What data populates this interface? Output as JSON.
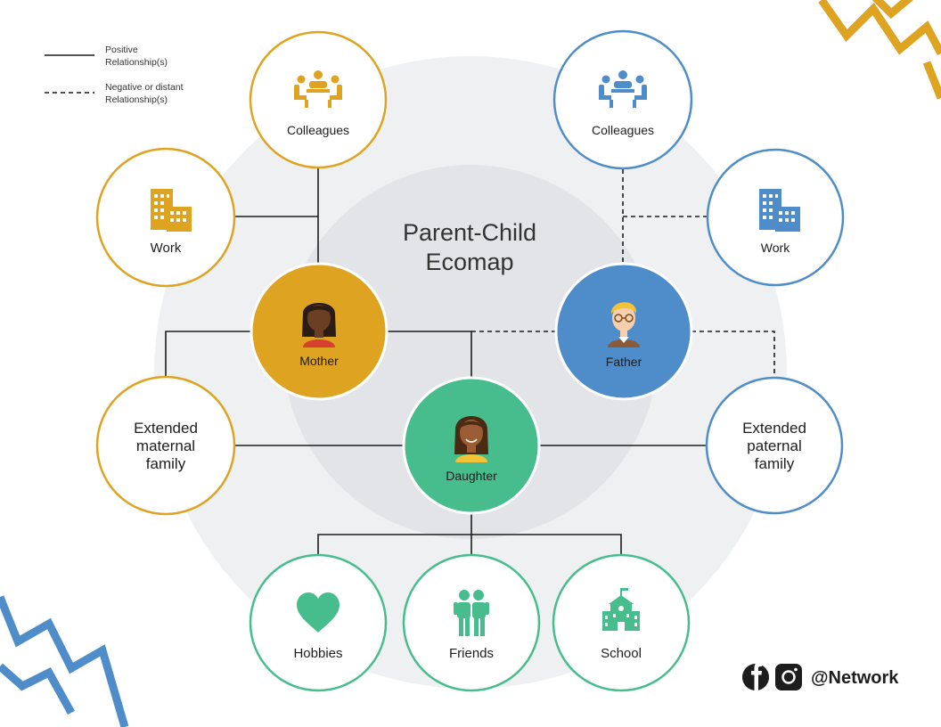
{
  "title": {
    "line1": "Parent-Child",
    "line2": "Ecomap"
  },
  "legend": {
    "positive": {
      "line1": "Positive",
      "line2": "Relationship(s)"
    },
    "negative": {
      "line1": "Negative or distant",
      "line2": "Relationship(s)"
    }
  },
  "nodes": {
    "mother": {
      "label": "Mother"
    },
    "father": {
      "label": "Father"
    },
    "daughter": {
      "label": "Daughter"
    },
    "mother_colleagues": {
      "label": "Colleagues"
    },
    "mother_work": {
      "label": "Work"
    },
    "father_colleagues": {
      "label": "Colleagues"
    },
    "father_work": {
      "label": "Work"
    },
    "maternal_family": {
      "line1": "Extended",
      "line2": "maternal",
      "line3": "family"
    },
    "paternal_family": {
      "line1": "Extended",
      "line2": "paternal",
      "line3": "family"
    },
    "hobbies": {
      "label": "Hobbies"
    },
    "friends": {
      "label": "Friends"
    },
    "school": {
      "label": "School"
    }
  },
  "social": {
    "handle": "@Network",
    "icons": [
      "facebook-icon",
      "instagram-icon"
    ]
  },
  "colors": {
    "mother": "#dea321",
    "father": "#4e8dc9",
    "daughter": "#47bd8e",
    "line": "#1d1d1d",
    "ring_bg": "#eef0f2",
    "inner_bg": "#e2e4e7"
  }
}
